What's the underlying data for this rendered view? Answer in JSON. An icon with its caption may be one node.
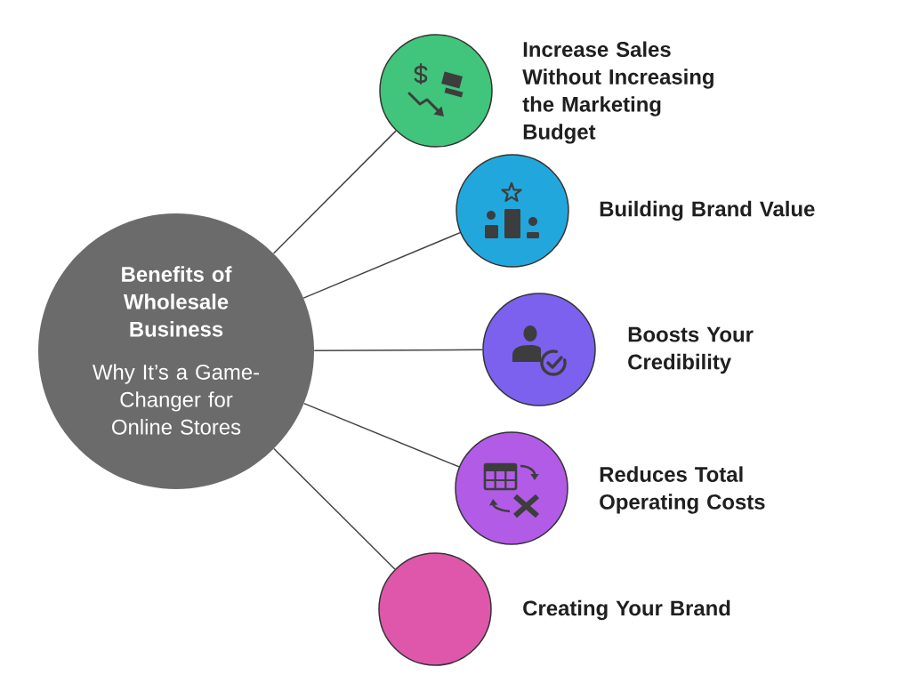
{
  "diagram": {
    "nodes": [
      {
        "text": [
          "Benefits of Wholesale Business",
          "Why It’s a Game-Changer for Online Stores"
        ]
      },
      {
        "text": [],
        "shape": "circle"
      },
      {
        "text": [],
        "shape": "circle",
        "beside": [
          "Building Brand Value"
        ]
      },
      {
        "text": [],
        "shape": "circle",
        "beside": [
          "Boosts Your Credibility"
        ]
      },
      {
        "text": [],
        "shape": "circle",
        "beside": [
          "Reduces Total Operating Costs"
        ]
      },
      {
        "text": [],
        "shape": "circle",
        "beside": [
          "Creating Your Brand"
        ]
      }
    ],
    "edges": [
      {
        "from": 0,
        "to": 1,
        "arrow": "none"
      },
      {
        "from": 0,
        "to": 2,
        "arrow": "none"
      },
      {
        "from": 0,
        "to": 3,
        "arrow": "none"
      },
      {
        "from": 0,
        "to": 4,
        "arrow": "none"
      },
      {
        "from": 0,
        "to": 5,
        "arrow": "none"
      }
    ],
    "labels": [
      "Increase Sales Without Increasing the Marketing Budget"
    ]
  }
}
